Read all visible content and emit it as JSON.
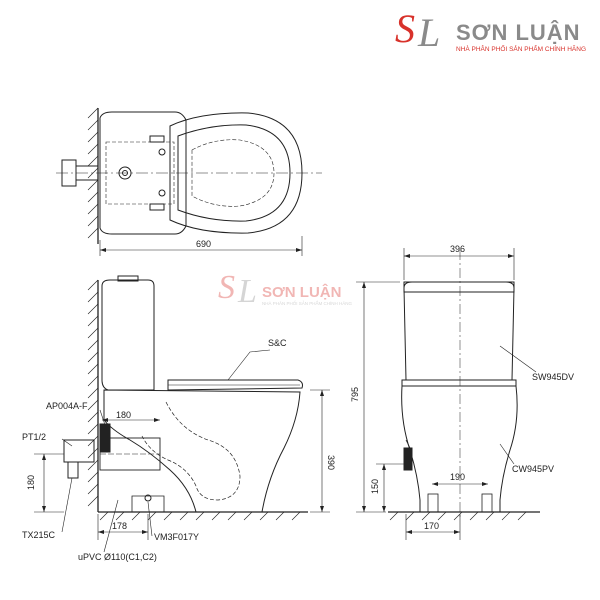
{
  "brand": {
    "name": "SƠN LUẬN",
    "tagline": "NHÀ PHÂN PHỐI SẢN PHẨM CHÍNH HÃNG",
    "watermark_name": "SƠN LUẬN",
    "watermark_tagline": "NHÀ PHÂN PHỐI SẢN PHẨM CHÍNH HÃNG",
    "monogram": "SL",
    "color_red": "#d8322b",
    "color_gray": "#8a8a8a"
  },
  "dimensions": {
    "top_length": "690",
    "side_rough_in": "180",
    "side_pipe_height": "180",
    "side_outlet_height": "390",
    "side_floor_offset": "178",
    "front_width": "396",
    "front_height": "795",
    "front_inlet_width": "190",
    "front_inlet_height": "150",
    "front_base_width": "170"
  },
  "labels": {
    "seat": "S&C",
    "tank": "SW945DV",
    "bowl": "CW945PV",
    "valve": "AP004A-F",
    "pipe_thread": "PT1/2",
    "stop_valve": "TX215C",
    "pvc": "uPVC Ø110(C1,C2)",
    "flange": "VM3F017Y"
  }
}
